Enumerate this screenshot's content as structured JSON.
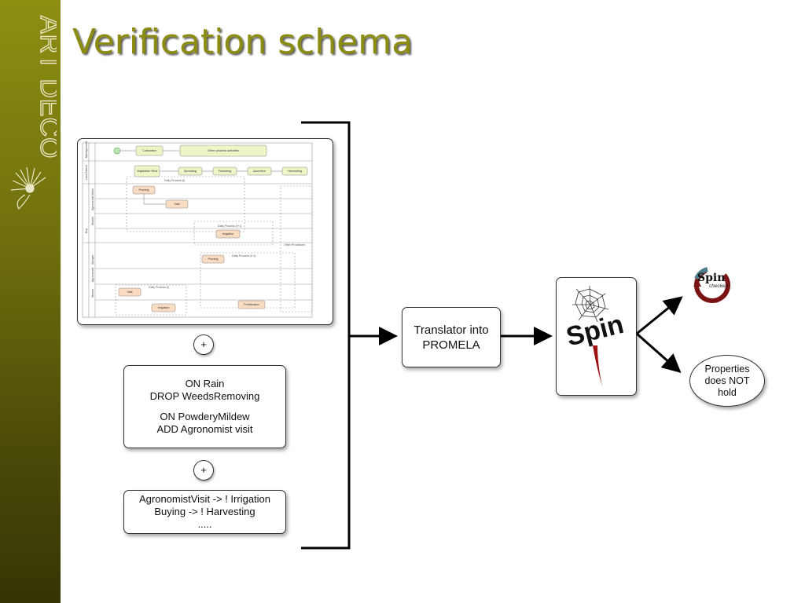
{
  "slide": {
    "title": "Verification schema",
    "brand_logo_text": "ART DECO"
  },
  "bpmn_thumbnail": {
    "lanes": [
      "Management",
      "Land Owner",
      "Seller",
      "Agronomist",
      "Worker",
      "Buy",
      "Sprayer",
      "Agronomist",
      "Worker"
    ],
    "tasks": [
      "Cultivation",
      "Other process activities",
      "Vegetative Rest",
      "Sprouting",
      "Flowering",
      "Accretion",
      "Harvesting",
      "Pruning",
      "Visit",
      "Irrigation",
      "Pruning",
      "Visit",
      "Irrigation",
      "Fertilization"
    ],
    "subprocess_labels": [
      "Daily Process (t)",
      "Daily Process (t+1)",
      "Daily Process (t+1)",
      "Daily Process (t)",
      "Other Processes"
    ]
  },
  "combine_symbol": "+",
  "rules_box": {
    "lines": [
      "ON Rain",
      "DROP WeedsRemoving",
      "ON PowderyMildew",
      "ADD Agronomist visit"
    ]
  },
  "properties_box": {
    "lines": [
      "AgronomistVisit -> ! Irrigation",
      "Buying -> ! Harvesting",
      "....."
    ]
  },
  "translator": {
    "lines": [
      "Translator into",
      "PROMELA"
    ]
  },
  "spin_tool": {
    "logo_text": "Spin"
  },
  "results": {
    "success_badge": {
      "main": "Spin",
      "sub": "checked"
    },
    "failure_lines": [
      "Properties",
      "does NOT",
      "hold"
    ]
  }
}
